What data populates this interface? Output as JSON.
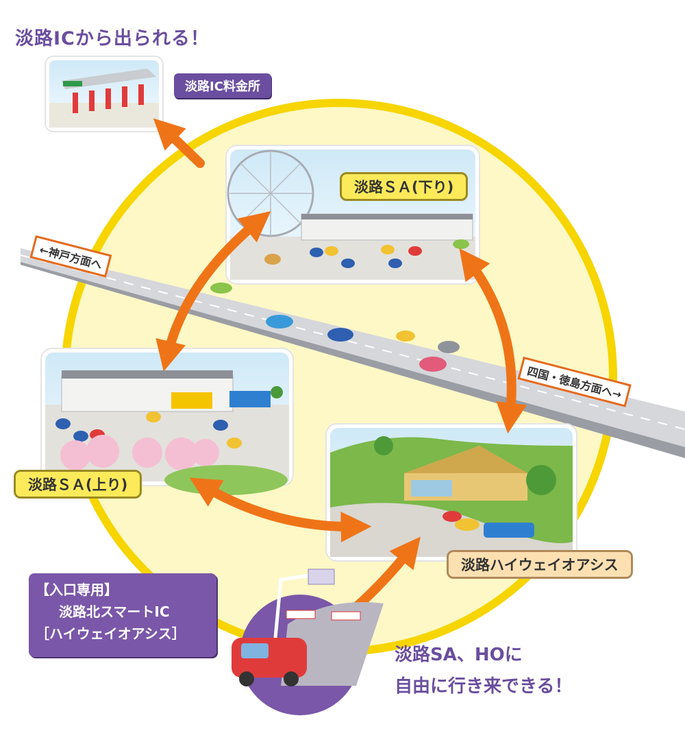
{
  "headline": "淡路ICから出られる！",
  "labels": {
    "ic_tollgate": "淡路IC料金所",
    "sa_down": "淡路ＳＡ(下り)",
    "sa_up": "淡路ＳＡ(上り)",
    "oasis": "淡路ハイウェイオアシス"
  },
  "road_signs": {
    "kobe": "←神戸方面へ",
    "shikoku": "四国・徳島方面へ→"
  },
  "entry_box": {
    "line1": "【入口専用】",
    "line2": "淡路北スマートIC",
    "line3": "［ハイウェイオアシス］"
  },
  "bottom_text": {
    "line1": "淡路SA、HOに",
    "line2": "自由に行き来できる！"
  },
  "colors": {
    "circle_fill": "#fdf8c6",
    "circle_stroke": "#f6d500",
    "arrow": "#f07e1c",
    "purple": "#6b4ea0",
    "road_sign_border": "#e46a1e"
  }
}
